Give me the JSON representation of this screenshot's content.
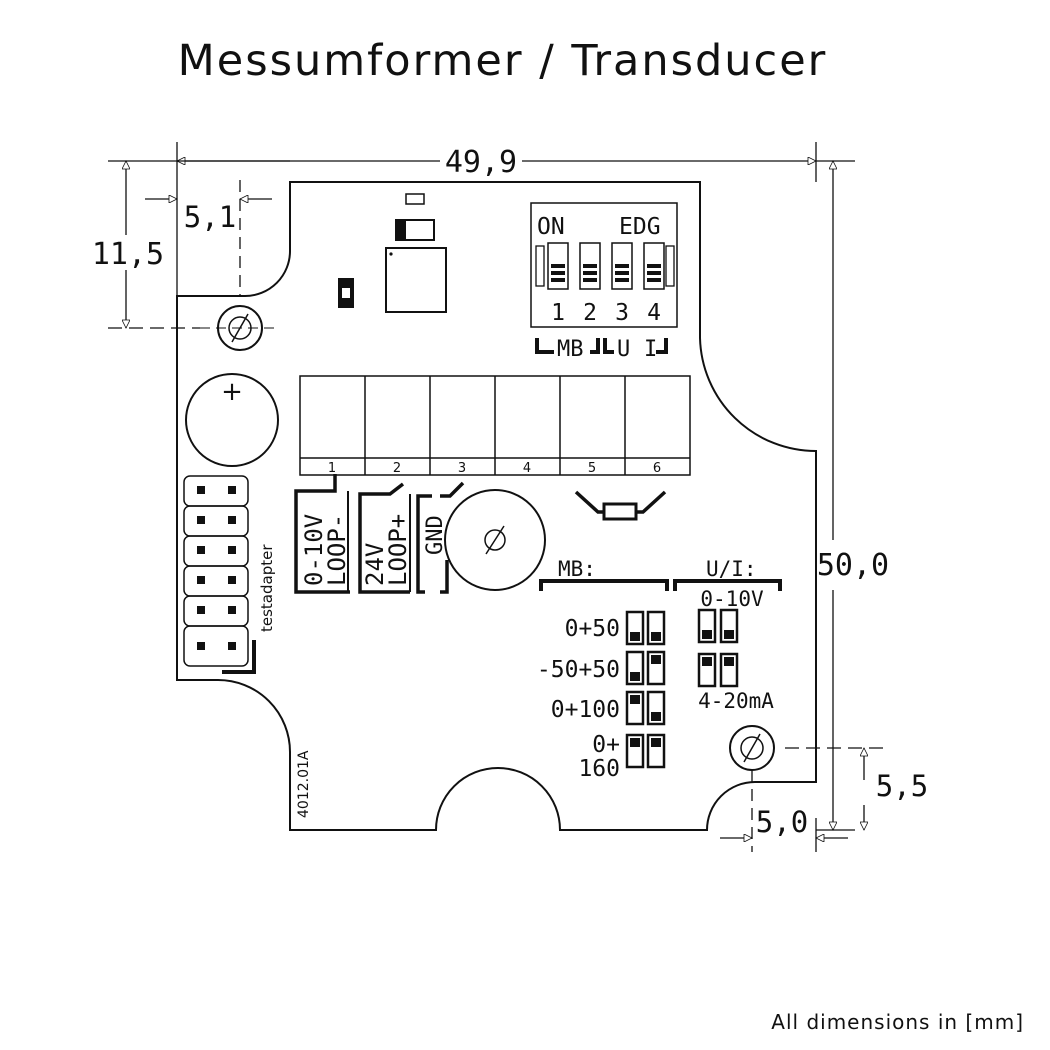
{
  "title": "Messumformer / Transducer",
  "footnote": "All dimensions in [mm]",
  "dimensions": {
    "width": "49,9",
    "height": "50,0",
    "hole_x_top": "5,1",
    "hole_y_top": "11,5",
    "hole_x_bottom": "5,0",
    "hole_y_bottom": "5,5"
  },
  "dip_switch": {
    "on_label": "ON",
    "edg_label": "EDG",
    "numbers": [
      "1",
      "2",
      "3",
      "4"
    ],
    "group_mb": "MB",
    "group_u": "U",
    "group_i": "I"
  },
  "terminals": [
    "1",
    "2",
    "3",
    "4",
    "5",
    "6"
  ],
  "terminal_labels": {
    "t1_line1": "0-10V",
    "t1_line2": "LOOP-",
    "t2_line1": "24V",
    "t2_line2": "LOOP+",
    "t3": "GND"
  },
  "battery_plus": "+",
  "testadapter": "testadapter",
  "board_id": "4012.01A",
  "mb_header": "MB:",
  "ui_header": "U/I:",
  "mb_ranges": [
    "0+50",
    "-50+50",
    "0+100",
    "0+",
    "160"
  ],
  "ui_ranges": [
    "0-10V",
    "4-20mA"
  ]
}
